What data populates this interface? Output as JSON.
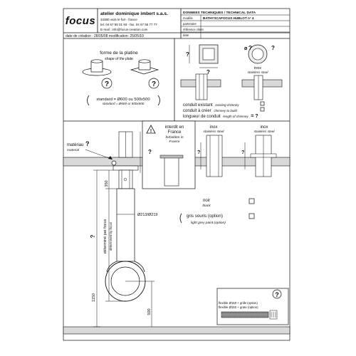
{
  "logo": {
    "text": "focus"
  },
  "company": {
    "name": "atelier dominique imbert s.a.s.",
    "address": "34380 viols le fort  -  france",
    "phone": "tel. 04 67 55 01 93  -  fax. 04 67 55 77 77",
    "email": "E-mail : info@focus-creation.com"
  },
  "dates": {
    "text": "date de création : 28/05/08  modification: 25/05/10"
  },
  "techdata": {
    "title": "DONNEES TECHNIQUES / TECHNICAL DATA",
    "model_label": "modèle",
    "model_value": "BATHYSCAFOCUS HUBLOT  n° 4",
    "partner_label": "partenaire",
    "client_label": "référence client",
    "date_label": "date"
  },
  "plate": {
    "title": "forme de la platine",
    "subtitle": "shape of the plate",
    "q1": "?",
    "q2": "?",
    "standard": "standard = Ø600 ou 500x500",
    "standard_en": "standard = Ø600 or 500x500"
  },
  "topright": {
    "q1": "?",
    "q2": "?",
    "q3": "?",
    "q4": "?",
    "phi": "ø",
    "inox": "inox",
    "inox_en": "stainless steel"
  },
  "chimney": {
    "existing": "conduit existant",
    "existing_en": "existing chimney",
    "tobuild": "conduit à créer",
    "tobuild_en": "chimney to build",
    "length": "longueur de conduit",
    "length_en": "length of chimney",
    "length_eq": "= ?"
  },
  "material": {
    "label": "matériau",
    "q": "?",
    "label_en": "material"
  },
  "forbidden": {
    "fr1": "interdit en",
    "fr2": "France",
    "en1": "forbidden in",
    "en2": "France"
  },
  "inox1": {
    "fr": "inox",
    "en": "stainless steel"
  },
  "inox2": {
    "fr": "inox",
    "en": "stainless steel"
  },
  "dims": {
    "d350": "350",
    "pipe": "Ø213/Ø219",
    "determined": "déterminé par focus",
    "determined_en": "determined by focus",
    "q": "?",
    "d1150": "1150",
    "d500": "500"
  },
  "finish": {
    "noir": "noir",
    "black": "black",
    "gris": "gris souris (option)",
    "gris_en": "light grey paint (option)"
  },
  "flex": {
    "q": "?",
    "line1": "flexible Ø150 + grille (option)",
    "line2": "flexible Ø150 + grate (option)"
  }
}
